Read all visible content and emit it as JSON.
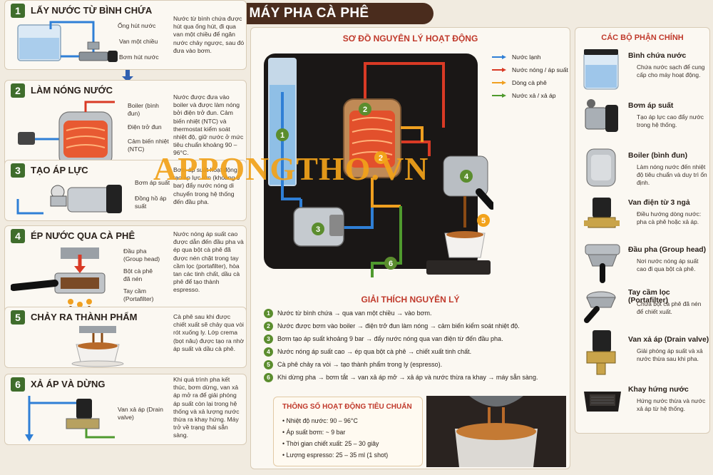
{
  "title": "NGUYÊN LÝ HOẠT ĐỘNG MÁY PHA CÀ PHÊ",
  "steps": [
    {
      "num": "1",
      "title": "LẤY NƯỚC TỪ BÌNH CHỨA",
      "callouts": [
        "Ống hút nước",
        "Van một chiều",
        "Bơm hút nước"
      ],
      "desc": "Nước từ bình chứa được hút qua ống hút, đi qua van một chiều để ngăn nước chảy ngược, sau đó đưa vào bơm."
    },
    {
      "num": "2",
      "title": "LÀM NÓNG NƯỚC",
      "callouts": [
        "Boiler (bình đun)",
        "Điện trở đun",
        "Cảm biến nhiệt (NTC)"
      ],
      "desc": "Nước được đưa vào boiler và được làm nóng bởi điện trở đun. Cảm biến nhiệt (NTC) và thermostat kiểm soát nhiệt độ, giữ nước ở mức tiêu chuẩn khoảng 90 – 96°C."
    },
    {
      "num": "3",
      "title": "TẠO ÁP LỰC",
      "callouts": [
        "Bơm áp suất",
        "Đồng hồ áp suất"
      ],
      "desc": "Bơm áp suất hoạt động, tạo áp lực lớn (khoảng 9 bar) đẩy nước nóng di chuyển trong hệ thống đến đầu pha."
    },
    {
      "num": "4",
      "title": "ÉP NƯỚC QUA CÀ PHÊ",
      "callouts": [
        "Đầu pha (Group head)",
        "Bột cà phê đã nén",
        "Tay cầm (Portafilter)"
      ],
      "desc": "Nước nóng áp suất cao được dẫn đến đầu pha và ép qua bột cà phê đã được nén chặt trong tay cầm lọc (portafilter), hòa tan các tinh chất, dầu cà phê để tạo thành espresso."
    },
    {
      "num": "5",
      "title": "CHẢY RA THÀNH PHẨM",
      "callouts": [],
      "desc": "Cà phê sau khi được chiết xuất sẽ chảy qua vòi rót xuống ly. Lớp crema (bọt nâu) được tạo ra nhờ áp suất và dầu cà phê."
    },
    {
      "num": "6",
      "title": "XẢ ÁP VÀ DỪNG",
      "callouts": [
        "Van xả áp (Drain valve)"
      ],
      "desc": "Khi quá trình pha kết thúc, bơm dừng, van xả áp mở ra để giải phóng áp suất còn lại trong hệ thống và xả lượng nước thừa ra khay hứng. Máy trở về trạng thái sẵn sàng."
    }
  ],
  "diagram": {
    "heading": "SƠ ĐỒ NGUYÊN LÝ HOẠT ĐỘNG",
    "legend": [
      {
        "label": "Nước lạnh",
        "color": "#2f7fd6"
      },
      {
        "label": "Nước nóng / áp suất",
        "color": "#d93a25"
      },
      {
        "label": "Dòng cà phê",
        "color": "#f0a020"
      },
      {
        "label": "Nước xả / xả áp",
        "color": "#4f9a2e"
      }
    ],
    "markers": [
      "1",
      "2",
      "2",
      "3",
      "4",
      "5",
      "6"
    ]
  },
  "explanation": {
    "heading": "GIẢI THÍCH NGUYÊN LÝ",
    "lines": [
      {
        "num": "1",
        "text": "Nước từ bình chứa → qua van một chiều → vào bơm."
      },
      {
        "num": "2",
        "text": "Nước được bơm vào boiler → điện trở đun làm nóng → cảm biến kiểm soát nhiệt độ."
      },
      {
        "num": "3",
        "text": "Bơm tạo áp suất khoảng 9 bar → đẩy nước nóng qua van điện từ đến đầu pha."
      },
      {
        "num": "4",
        "text": "Nước nóng áp suất cao → ép qua bột cà phê → chiết xuất tinh chất."
      },
      {
        "num": "5",
        "text": "Cà phê chảy ra vòi → tạo thành phẩm trong ly (espresso)."
      },
      {
        "num": "6",
        "text": "Khi dừng pha → bơm tắt → van xả áp mở → xả áp và nước thừa ra khay → máy sẵn sàng."
      }
    ]
  },
  "specs": {
    "heading": "THÔNG SỐ HOẠT ĐỘNG TIÊU CHUẨN",
    "lines": [
      "Nhiệt độ nước: 90 – 96°C",
      "Áp suất bơm: ~ 9 bar",
      "Thời gian chiết xuất: 25 – 30 giây",
      "Lượng espresso: 25 – 35 ml (1 shot)"
    ]
  },
  "components": {
    "heading": "CÁC BỘ PHẬN CHÍNH",
    "items": [
      {
        "name": "Bình chứa nước",
        "desc": "Chứa nước sạch để cung cấp cho máy hoạt động."
      },
      {
        "name": "Bơm áp suất",
        "desc": "Tạo áp lực cao đẩy nước trong hệ thống."
      },
      {
        "name": "Boiler (bình đun)",
        "desc": "Làm nóng nước đến nhiệt độ tiêu chuẩn và duy trì ổn định."
      },
      {
        "name": "Van điện từ 3 ngả",
        "desc": "Điều hướng dòng nước: pha cà phê hoặc xả áp."
      },
      {
        "name": "Đầu pha (Group head)",
        "desc": "Nơi nước nóng áp suất cao đi qua bột cà phê."
      },
      {
        "name": "Tay cầm lọc (Portafilter)",
        "desc": "Chứa bột cà phê đã nén để chiết xuất."
      },
      {
        "name": "Van xả áp (Drain valve)",
        "desc": "Giải phóng áp suất và xả nước thừa sau khi pha."
      },
      {
        "name": "Khay hứng nước",
        "desc": "Hứng nước thừa và nước xả áp từ hệ thống."
      }
    ]
  },
  "watermark": "APPONGTHO.VN"
}
